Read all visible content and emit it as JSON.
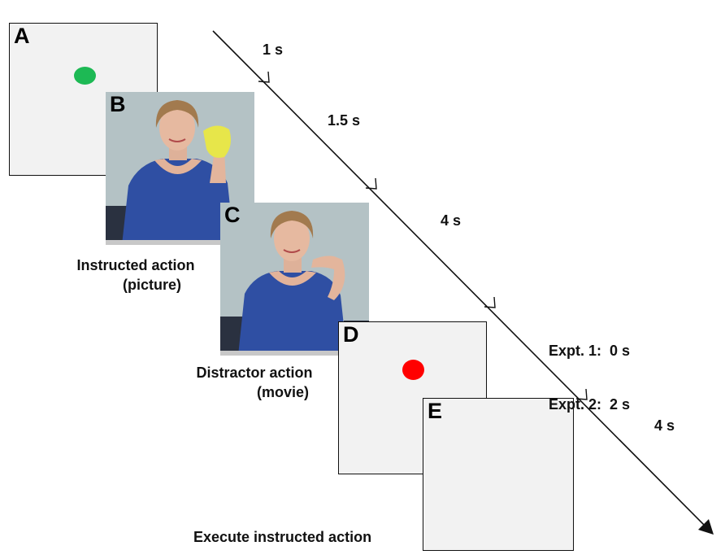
{
  "panels": {
    "a": {
      "label": "A",
      "dot_color": "#1db954"
    },
    "b": {
      "label": "B",
      "image": "person-holding-yellow-cloth-photo"
    },
    "c": {
      "label": "C",
      "image": "person-raising-hand-photo"
    },
    "d": {
      "label": "D",
      "dot_color": "#ff0000"
    },
    "e": {
      "label": "E"
    }
  },
  "captions": {
    "instructed_line1": "Instructed action",
    "instructed_line2": "(picture)",
    "distractor_line1": "Distractor action",
    "distractor_line2": "(movie)",
    "execute": "Execute instructed action"
  },
  "timings": {
    "t1": "1 s",
    "t2": "1.5 s",
    "t3": "4 s",
    "t4_line1": "Expt. 1:  0 s",
    "t4_line2": "Expt. 2:  2 s",
    "t5": "4 s"
  },
  "colors": {
    "panel_bg": "#f2f2f2",
    "line": "#111111"
  }
}
